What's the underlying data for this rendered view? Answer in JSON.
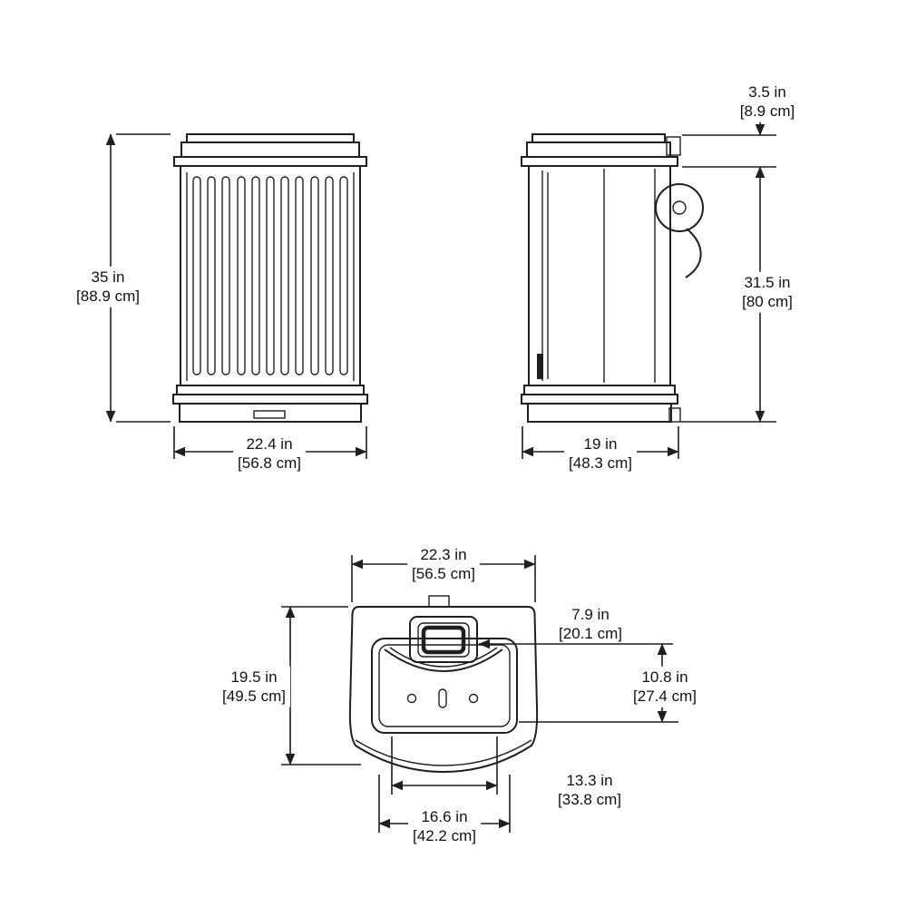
{
  "dimensions": {
    "front_height": {
      "in": "35 in",
      "cm": "[88.9 cm]"
    },
    "front_width": {
      "in": "22.4 in",
      "cm": "[56.8 cm]"
    },
    "side_lid_height": {
      "in": "3.5 in",
      "cm": "[8.9 cm]"
    },
    "side_body_height": {
      "in": "31.5 in",
      "cm": "[80 cm]"
    },
    "side_depth": {
      "in": "19 in",
      "cm": "[48.3 cm]"
    },
    "top_width": {
      "in": "22.3 in",
      "cm": "[56.5 cm]"
    },
    "top_depth": {
      "in": "19.5 in",
      "cm": "[49.5 cm]"
    },
    "top_opening_width": {
      "in": "7.9 in",
      "cm": "[20.1 cm]"
    },
    "top_basin_depth": {
      "in": "10.8 in",
      "cm": "[27.4 cm]"
    },
    "top_basin_inner_width": {
      "in": "13.3 in",
      "cm": "[33.8 cm]"
    },
    "top_basin_outer_width": {
      "in": "16.6 in",
      "cm": "[42.2 cm]"
    }
  },
  "colors": {
    "line": "#1f1f1f",
    "background": "#ffffff"
  }
}
